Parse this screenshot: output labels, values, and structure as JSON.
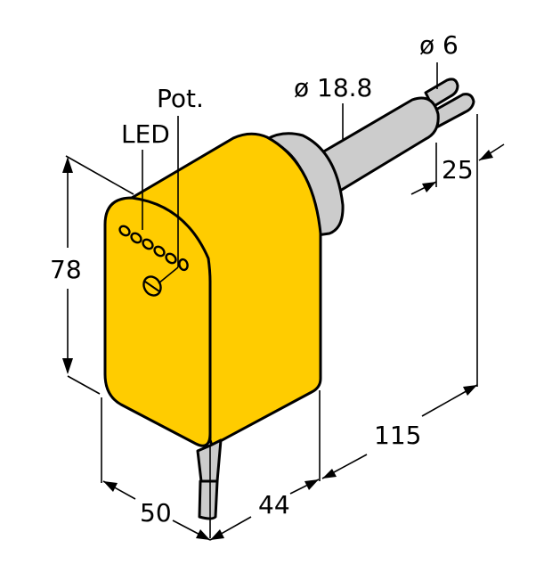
{
  "diagram": {
    "subject": "Flow sensor housing, isometric dimension drawing",
    "colors": {
      "housing": "#FFCC00",
      "cable": "#CCCCCC",
      "line": "#000000",
      "background": "#FFFFFF"
    },
    "labels": {
      "led": "LED",
      "pot": "Pot."
    },
    "dimensions": {
      "height": "78",
      "width": "50",
      "depth": "44",
      "length": "115",
      "probe_diameter": "ø 18.8",
      "tip_diameter": "ø 6",
      "tip_length": "25"
    },
    "led_count": 6
  }
}
